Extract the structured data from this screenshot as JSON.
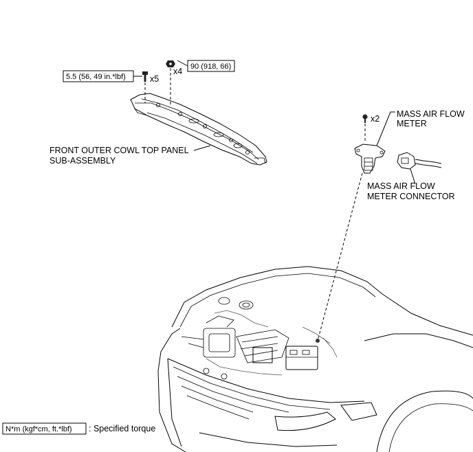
{
  "torque_labels": {
    "bolt": "5.5 (56, 49 in.*lbf)",
    "nut": "90 (918, 66)"
  },
  "quantities": {
    "bolt": "x5",
    "nut": "x4",
    "screw": "x2"
  },
  "parts": {
    "cowl_line1": "FRONT OUTER COWL TOP PANEL",
    "cowl_line2": "SUB-ASSEMBLY",
    "maf_line1": "MASS AIR FLOW",
    "maf_line2": "METER",
    "connector_line1": "MASS AIR FLOW",
    "connector_line2": "METER CONNECTOR"
  },
  "legend": {
    "unit_box": "N*m (kgf*cm, ft.*lbf)",
    "description": ": Specified torque"
  }
}
